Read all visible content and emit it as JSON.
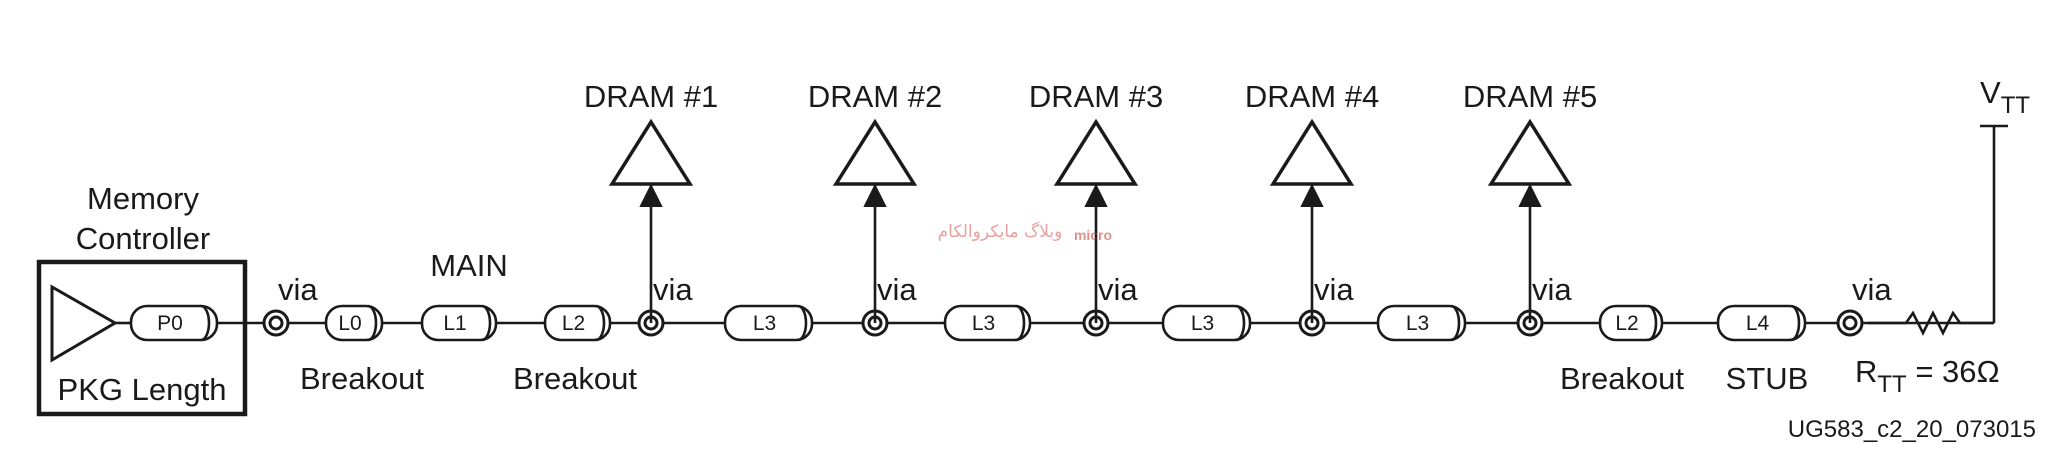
{
  "controller": {
    "title_line1": "Memory",
    "title_line2": "Controller",
    "pkg_label": "PKG Length",
    "port": "P0"
  },
  "main_label": "MAIN",
  "via_label": "via",
  "breakout_label": "Breakout",
  "stub_label": "STUB",
  "segments": [
    "L0",
    "L1",
    "L2",
    "L3",
    "L3",
    "L3",
    "L3",
    "L2",
    "L4"
  ],
  "drams": [
    "DRAM #1",
    "DRAM #2",
    "DRAM #3",
    "DRAM #4",
    "DRAM #5"
  ],
  "termination": {
    "vtt_base": "V",
    "vtt_sub": "TT",
    "rtt_base": "R",
    "rtt_sub": "TT",
    "rtt_value": " = 36Ω"
  },
  "watermark": {
    "persian": "وبلاگ مایکروالکام",
    "logo": "micro"
  },
  "figure_id": "UG583_c2_20_073015"
}
